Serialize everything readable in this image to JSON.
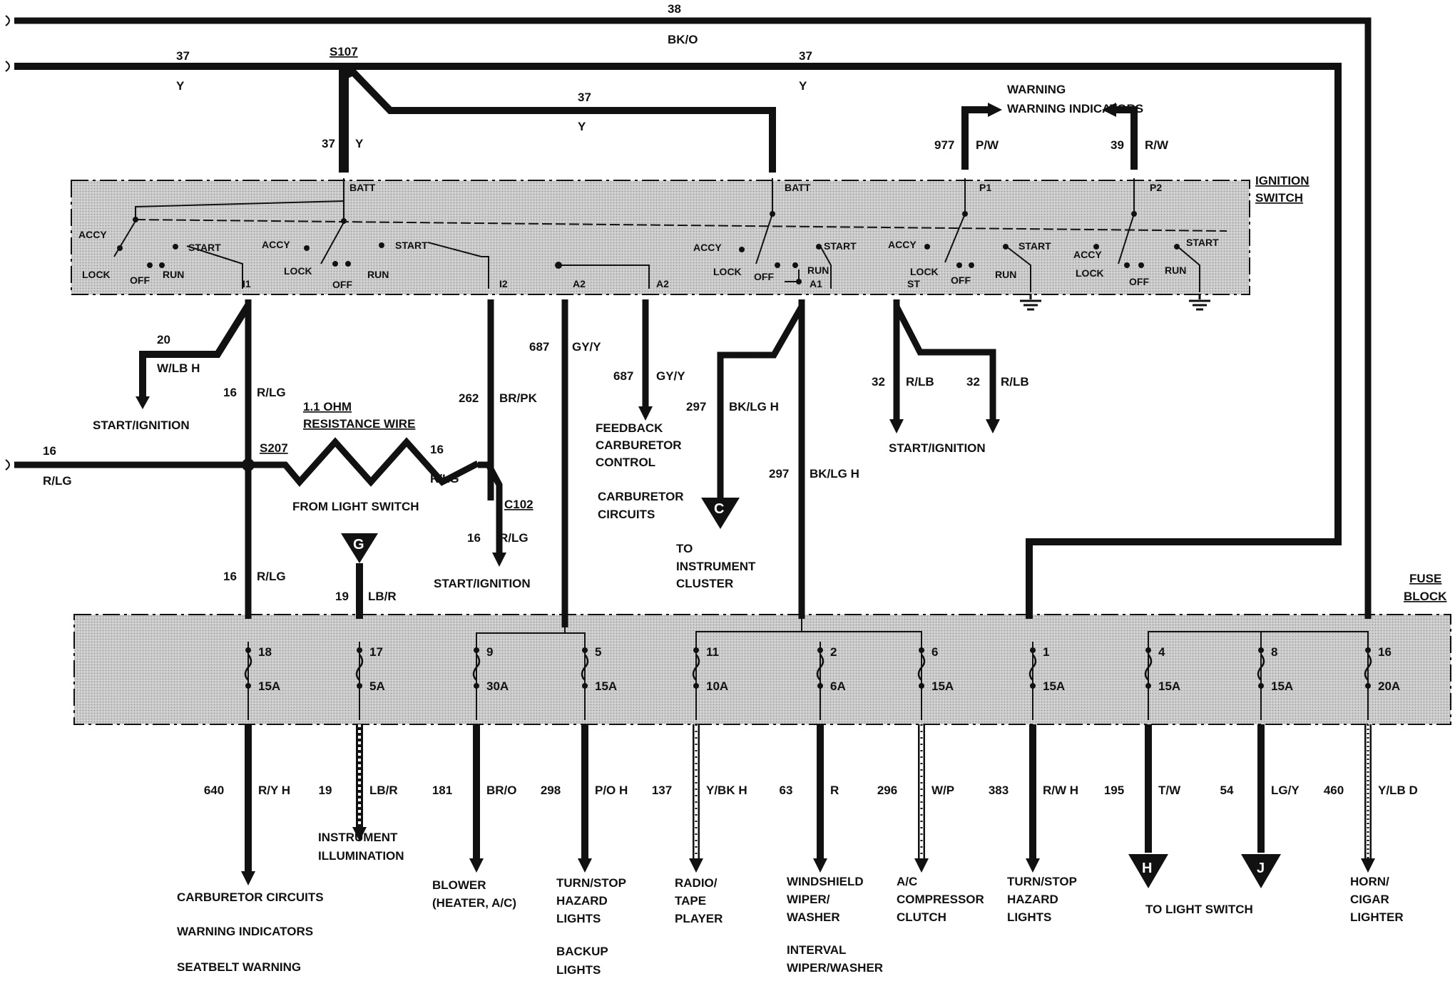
{
  "modules": {
    "ignition_switch": [
      "IGNITION",
      "SWITCH"
    ],
    "fuse_block": [
      "FUSE",
      "BLOCK"
    ]
  },
  "switch_terms": {
    "batt": "BATT",
    "accy": "ACCY",
    "lock": "LOCK",
    "off": "OFF",
    "run": "RUN",
    "start": "START",
    "i1": "I1",
    "i2": "I2",
    "a2": "A2",
    "a1": "A1",
    "st": "ST",
    "p1": "P1",
    "p2": "P2"
  },
  "splices": {
    "s107": "S107",
    "s207": "S207",
    "c102": "C102"
  },
  "resistor": {
    "value": "1.1 OHM",
    "name": "RESISTANCE WIRE"
  },
  "top_wires": {
    "w38": {
      "num": "38",
      "color": "BK/O"
    },
    "w37": {
      "num": "37",
      "color": "Y"
    },
    "w977": {
      "num": "977",
      "color": "P/W"
    },
    "w39": {
      "num": "39",
      "color": "R/W"
    },
    "warning_indicators": "WARNING INDICATORS"
  },
  "mid_wires": {
    "w20": {
      "num": "20",
      "color": "W/LB H"
    },
    "w16": {
      "num": "16",
      "color": "R/LG"
    },
    "w262": {
      "num": "262",
      "color": "BR/PK"
    },
    "w687": {
      "num": "687",
      "color": "GY/Y"
    },
    "w297": {
      "num": "297",
      "color": "BK/LG H"
    },
    "w32": {
      "num": "32",
      "color": "R/LB"
    },
    "w19": {
      "num": "19",
      "color": "LB/R"
    }
  },
  "mid_labels": {
    "start_ignition": "START/IGNITION",
    "from_light_switch": "FROM LIGHT SWITCH",
    "feedback": [
      "FEEDBACK",
      "CARBURETOR",
      "CONTROL"
    ],
    "carb_circuits": [
      "CARBURETOR",
      "CIRCUITS"
    ],
    "to_instrument": [
      "TO",
      "INSTRUMENT",
      "CLUSTER"
    ]
  },
  "connectors": {
    "C": "C",
    "G": "G",
    "H": "H",
    "J": "J"
  },
  "fuses": [
    {
      "num": "18",
      "amps": "15A"
    },
    {
      "num": "17",
      "amps": "5A"
    },
    {
      "num": "9",
      "amps": "30A"
    },
    {
      "num": "5",
      "amps": "15A"
    },
    {
      "num": "11",
      "amps": "10A"
    },
    {
      "num": "2",
      "amps": "6A"
    },
    {
      "num": "6",
      "amps": "15A"
    },
    {
      "num": "1",
      "amps": "15A"
    },
    {
      "num": "4",
      "amps": "15A"
    },
    {
      "num": "8",
      "amps": "15A"
    },
    {
      "num": "16",
      "amps": "20A"
    }
  ],
  "bottom_wires": [
    {
      "num": "640",
      "color": "R/Y H"
    },
    {
      "num": "19",
      "color": "LB/R"
    },
    {
      "num": "181",
      "color": "BR/O"
    },
    {
      "num": "298",
      "color": "P/O H"
    },
    {
      "num": "137",
      "color": "Y/BK H"
    },
    {
      "num": "63",
      "color": "R"
    },
    {
      "num": "296",
      "color": "W/P"
    },
    {
      "num": "383",
      "color": "R/W H"
    },
    {
      "num": "195",
      "color": "T/W"
    },
    {
      "num": "54",
      "color": "LG/Y"
    },
    {
      "num": "460",
      "color": "Y/LB D"
    }
  ],
  "destinations": {
    "d640": [
      "CARBURETOR CIRCUITS",
      "WARNING INDICATORS",
      "SEATBELT WARNING"
    ],
    "d19": [
      "INSTRUMENT",
      "ILLUMINATION"
    ],
    "d181": [
      "BLOWER",
      "(HEATER, A/C)"
    ],
    "d298": [
      "TURN/STOP",
      "HAZARD",
      "LIGHTS"
    ],
    "d298b": [
      "BACKUP",
      "LIGHTS"
    ],
    "d137": [
      "RADIO/",
      "TAPE",
      "PLAYER"
    ],
    "d63": [
      "WINDSHIELD",
      "WIPER/",
      "WASHER"
    ],
    "d63b": [
      "INTERVAL",
      "WIPER/WASHER"
    ],
    "d296": [
      "A/C",
      "COMPRESSOR",
      "CLUTCH"
    ],
    "d383": [
      "TURN/STOP",
      "HAZARD",
      "LIGHTS"
    ],
    "dlight": "TO LIGHT SWITCH",
    "d460": [
      "HORN/",
      "CIGAR",
      "LIGHTER"
    ]
  }
}
